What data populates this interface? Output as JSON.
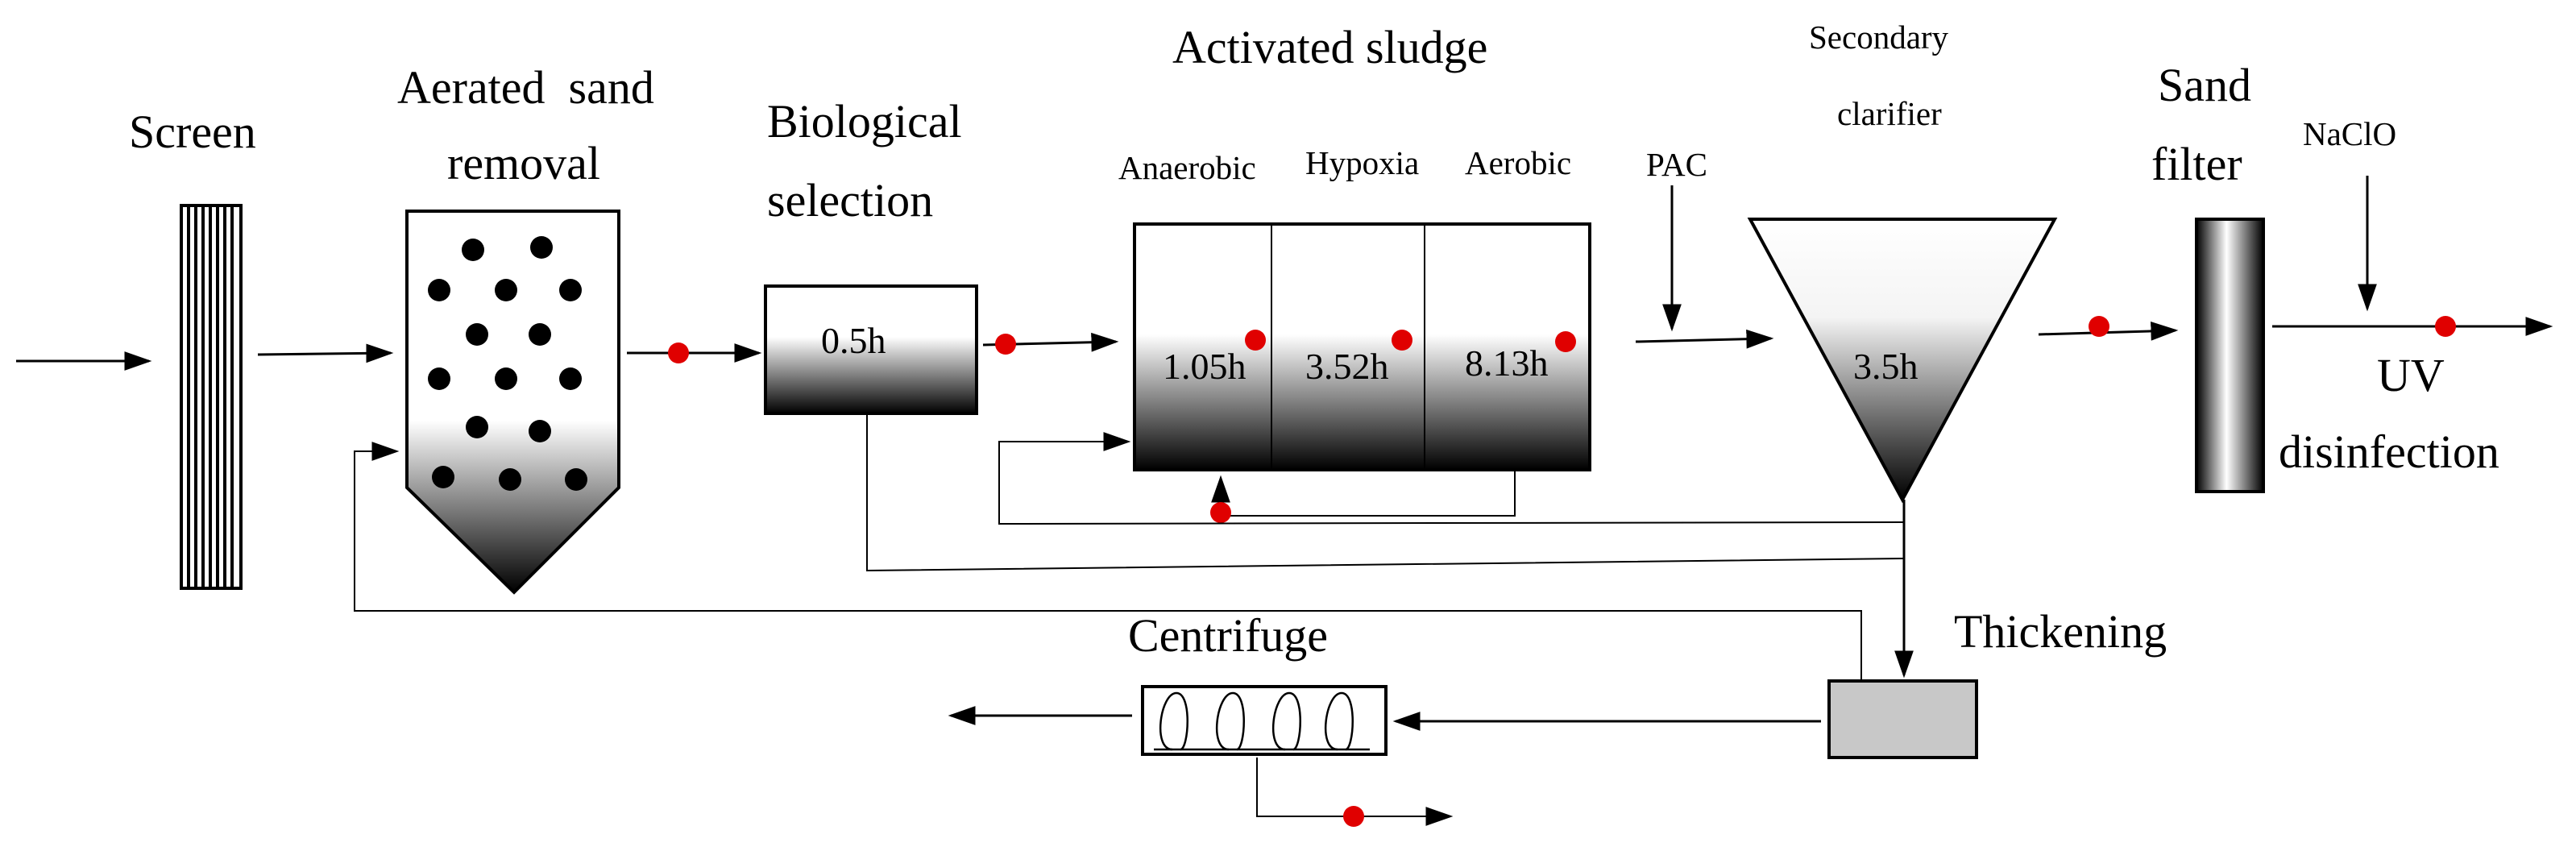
{
  "labels": {
    "screen": "Screen",
    "aerated_line1": "Aerated  sand",
    "aerated_line2": "removal",
    "bio_line1": "Biological",
    "bio_line2": "selection",
    "activated_sludge": "Activated sludge",
    "anaerobic": "Anaerobic",
    "hypoxia": "Hypoxia",
    "aerobic": "Aerobic",
    "pac": "PAC",
    "secondary_line1": "Secondary",
    "secondary_line2": "clarifier",
    "sand_line1": "Sand",
    "sand_line2": "filter",
    "naclo": "NaClO",
    "uv_line1": "UV",
    "uv_line2": "disinfection",
    "centrifuge": "Centrifuge",
    "thickening": "Thickening"
  },
  "times": {
    "bio_selection": "0.5h",
    "anaerobic": "1.05h",
    "hypoxia": "3.52h",
    "aerobic": "8.13h",
    "clarifier": "3.5h"
  },
  "colors": {
    "sample_point": "#e00000",
    "gradient_top": "#ffffff",
    "gradient_bottom": "#000000",
    "thickener_fill": "#c8c8c8"
  }
}
